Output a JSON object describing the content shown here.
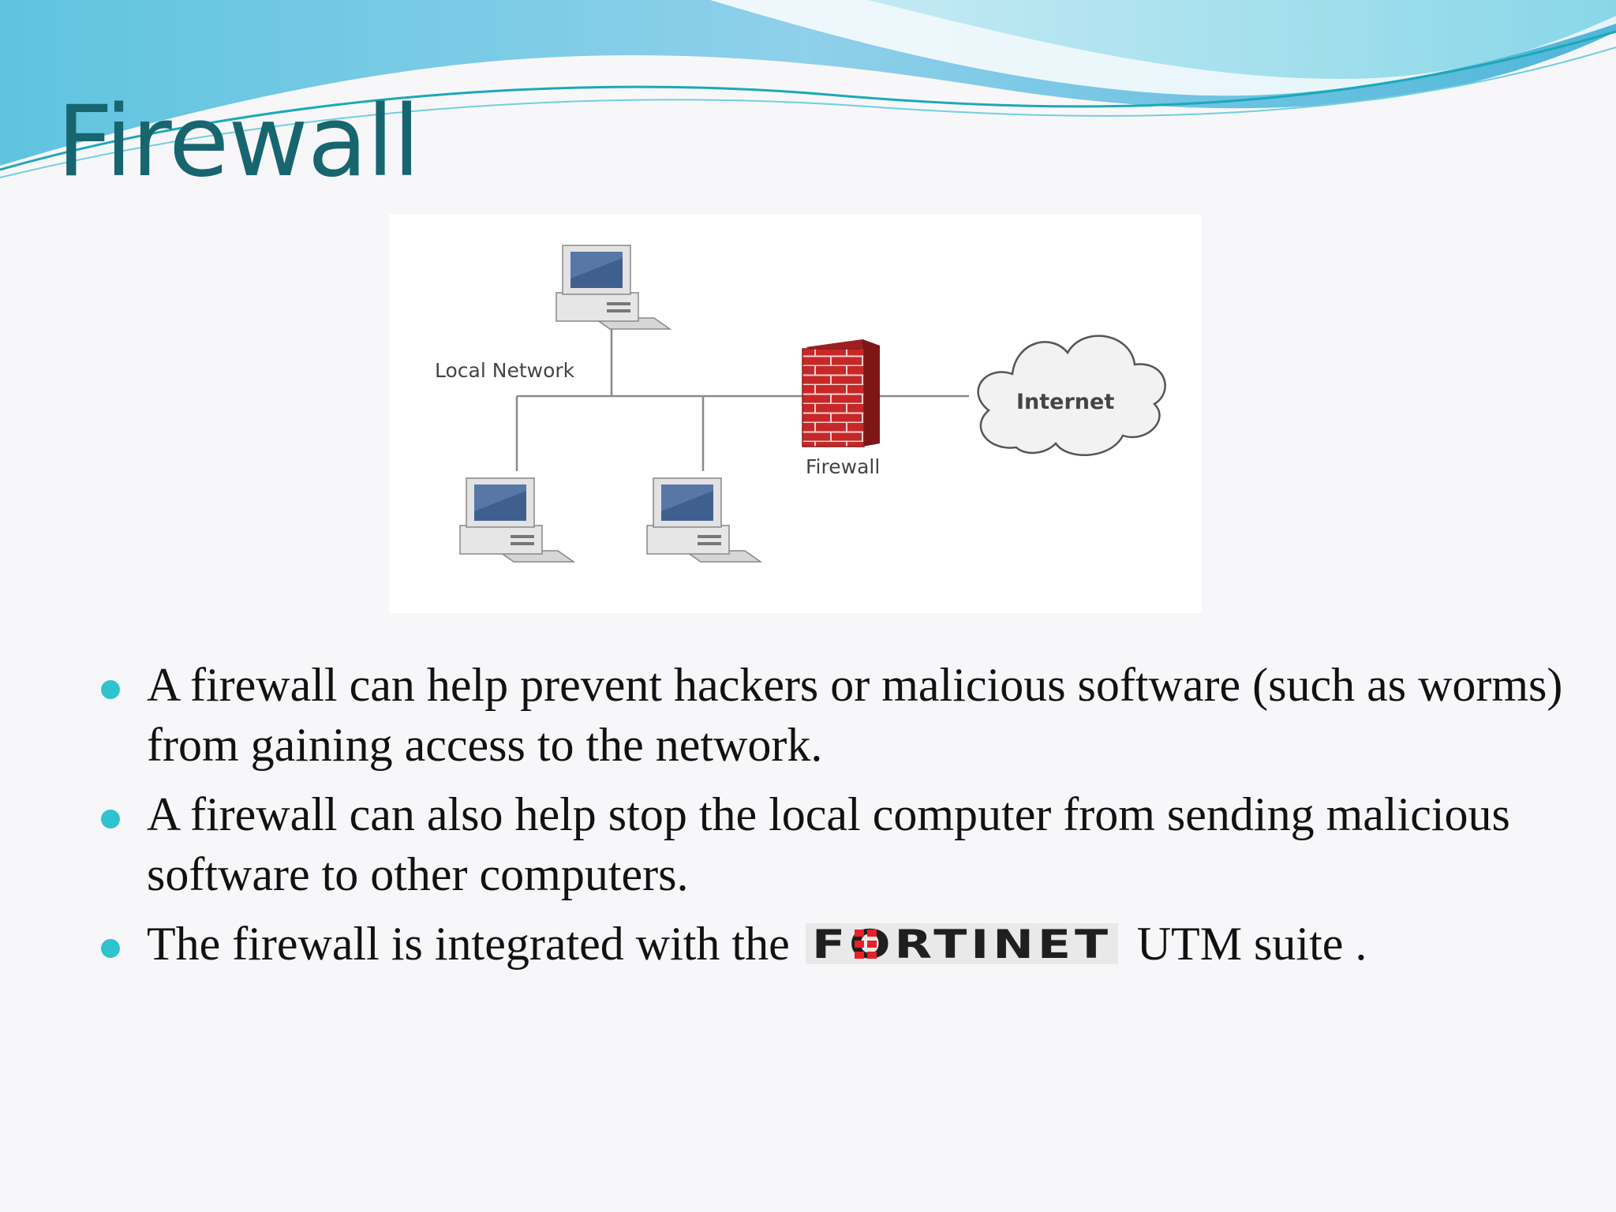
{
  "slide": {
    "title": "Firewall"
  },
  "diagram": {
    "local_network_label": "Local Network",
    "firewall_label": "Firewall",
    "internet_label": "Internet"
  },
  "bullets": [
    "A firewall can help prevent hackers or malicious software (such as worms) from gaining access to the network.",
    "A firewall can also help stop the local computer from sending malicious software to other computers."
  ],
  "bullet3": {
    "before": "The firewall is integrated with the",
    "logo_text": "FORTINET",
    "after": "UTM suite ."
  },
  "colors": {
    "title": "#17656f",
    "bullet_dot": "#2fc3cf",
    "brick": "#c62828",
    "logo": "#1f1f1f",
    "logo_accent": "#e8202a"
  }
}
